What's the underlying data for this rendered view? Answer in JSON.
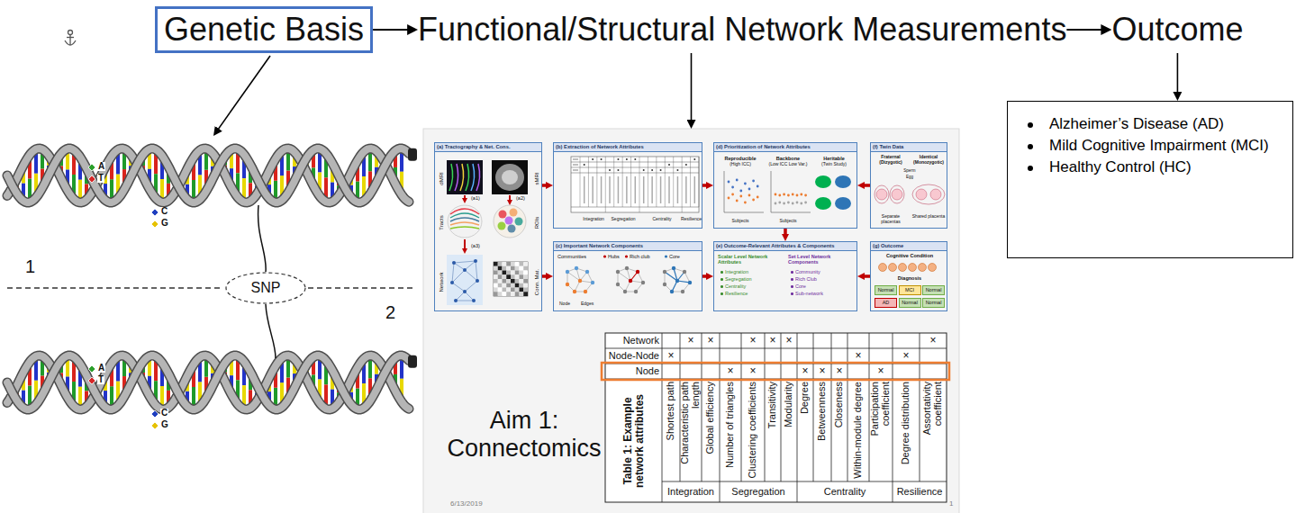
{
  "diagram": {
    "nodes": [
      {
        "text": [
          "Genetic Basis"
        ]
      },
      {
        "text": [
          "Functional/Structural Network Measurements"
        ]
      },
      {
        "text": [
          "Outcome"
        ]
      },
      {
        "text": [
          "Alzheimer’s Disease (AD)",
          "Mild Cognitive Impairment (MCI)",
          "Healthy Control (HC)"
        ]
      },
      {
        "text": [
          "SNP"
        ]
      },
      {
        "text": [
          "6/13/2019",
          "1"
        ]
      },
      {
        "text": [
          "(a) Tractography & Net. Cons.",
          "dMRI",
          "sMRI",
          "Tracts",
          "ROIs",
          "Network",
          "Conn. Mat.",
          "(a1)",
          "(a2)",
          "(a3)"
        ],
        "in": 5
      },
      {
        "text": [
          "(b) Extraction of Network Attributes",
          "Integration",
          "Segregation",
          "Centrality",
          "Resilience"
        ],
        "in": 5
      },
      {
        "text": [
          "(d) Prioritization of Network Attributes",
          "Reproducible",
          "(High ICC)",
          "Backbone",
          "(Low ICC Low Var.)",
          "Heritable",
          "(Twin Study)",
          "Subjects",
          "Subjects"
        ],
        "in": 5
      },
      {
        "text": [
          "(f) Twin Data",
          "Fraternal (Dizygotic)",
          "Identical (Monozygotic)",
          "Sperm",
          "Egg",
          "Separate placentas",
          "Shared placenta"
        ],
        "in": 5
      },
      {
        "text": [
          "(c) Important Network Components",
          "Communities",
          "Node",
          "Edges",
          "Hubs",
          "Rich club",
          "Core"
        ],
        "in": 5
      },
      {
        "text": [
          "(e) Outcome-Relevant Attributes & Components",
          "Scalar Level Network Attributes",
          "Integration",
          "Segregation",
          "Centrality",
          "Resilience",
          "Set Level Network Components",
          "Community",
          "Rich Club",
          "Core",
          "Sub-network"
        ],
        "in": 5
      },
      {
        "text": [
          "(g) Outcome",
          "Cognitive Condition",
          "Diagnosis"
        ],
        "in": 5
      },
      {
        "text": [
          "Normal"
        ],
        "in": 12
      },
      {
        "text": [
          "MCI"
        ],
        "in": 12
      },
      {
        "text": [
          "Normal"
        ],
        "in": 12
      },
      {
        "text": [
          "AD"
        ],
        "in": 12
      },
      {
        "text": [
          "Normal"
        ],
        "in": 12
      },
      {
        "text": [
          "Normal"
        ],
        "in": 12
      }
    ],
    "edges": [
      {
        "from": 0,
        "to": 1,
        "arrow": "to"
      },
      {
        "from": 1,
        "to": 2,
        "arrow": "to"
      },
      {
        "from": 1,
        "to": 5,
        "arrow": "to"
      },
      {
        "from": 2,
        "to": 3,
        "arrow": "to"
      },
      {
        "from": 6,
        "to": 7,
        "arrow": "to"
      },
      {
        "from": 7,
        "to": 8,
        "arrow": "to"
      },
      {
        "from": 9,
        "to": 8,
        "arrow": "to"
      },
      {
        "from": 8,
        "to": 11,
        "arrow": "to"
      },
      {
        "from": 6,
        "to": 10,
        "arrow": "to"
      },
      {
        "from": 10,
        "to": 11,
        "arrow": "to"
      },
      {
        "from": 12,
        "to": 11,
        "arrow": "to"
      }
    ],
    "labels": [
      "A",
      "T",
      "C",
      "G",
      "A",
      "T",
      "C",
      "G",
      "1",
      "2",
      "Aim 1: Connectomics",
      "Table 1: Example network attributes",
      "Network",
      "Node-Node",
      "Node",
      "Shortest path",
      "Characteristic path length",
      "Global efficiency",
      "Number of triangles",
      "Clustering coefficients",
      "Transitivity",
      "Modularity",
      "Degree",
      "Betweenness",
      "Closeness",
      "Within-module degree",
      "Participation coefficient",
      "Degree distribution",
      "Assortativity coefficient",
      "Integration",
      "Segregation",
      "Centrality",
      "Resilience",
      "×",
      "×",
      "×",
      "×",
      "×",
      "×",
      "×",
      "×",
      "×",
      "×",
      "×",
      "×",
      "×",
      "×",
      "×"
    ]
  }
}
